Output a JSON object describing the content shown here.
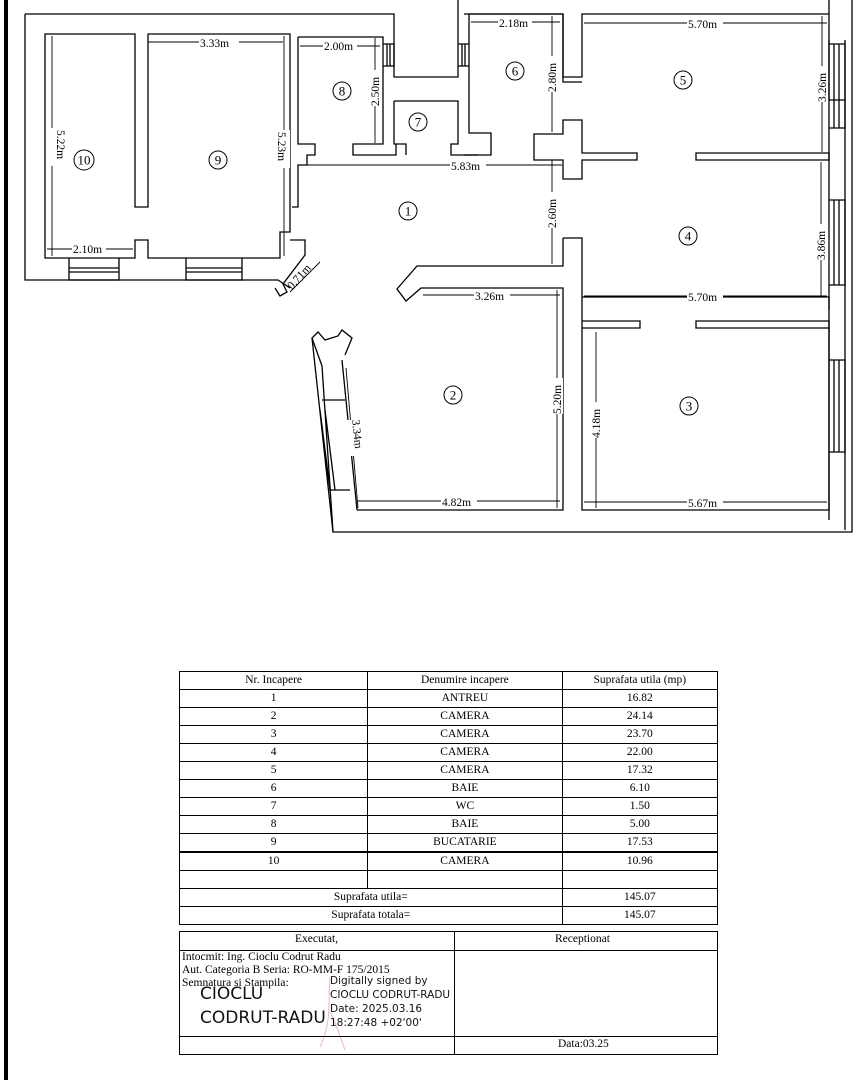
{
  "floor_plan": {
    "rooms": [
      {
        "n": "1"
      },
      {
        "n": "2"
      },
      {
        "n": "3"
      },
      {
        "n": "4"
      },
      {
        "n": "5"
      },
      {
        "n": "6"
      },
      {
        "n": "7"
      },
      {
        "n": "8"
      },
      {
        "n": "9"
      },
      {
        "n": "10"
      }
    ],
    "dimensions": {
      "r9_width": "3.33m",
      "r8_width": "2.00m",
      "r6_width": "2.18m",
      "r5_width": "5.70m",
      "r10_height": "5.22m",
      "r9_height": "5.23m",
      "r8_height": "2.50m",
      "r6_height": "2.80m",
      "r5_height": "3.26m",
      "r1_width": "5.83m",
      "r1_height": "2.60m",
      "r4_height": "3.86m",
      "r10_width": "2.10m",
      "diag": "0.71m",
      "r2_top": "3.26m",
      "r4_width": "5.70m",
      "r2_height": "5.20m",
      "r3_height": "4.18m",
      "r2_side": "3.34m",
      "r2_bottom": "4.82m",
      "r3_bottom": "5.67m"
    }
  },
  "table": {
    "headers": [
      "Nr. Incapere",
      "Denumire incapere",
      "Suprafata utila (mp)"
    ],
    "rows": [
      {
        "nr": "1",
        "name": "ANTREU",
        "area": "16.82"
      },
      {
        "nr": "2",
        "name": "CAMERA",
        "area": "24.14"
      },
      {
        "nr": "3",
        "name": "CAMERA",
        "area": "23.70"
      },
      {
        "nr": "4",
        "name": "CAMERA",
        "area": "22.00"
      },
      {
        "nr": "5",
        "name": "CAMERA",
        "area": "17.32"
      },
      {
        "nr": "6",
        "name": "BAIE",
        "area": "6.10"
      },
      {
        "nr": "7",
        "name": "WC",
        "area": "1.50"
      },
      {
        "nr": "8",
        "name": "BAIE",
        "area": "5.00"
      },
      {
        "nr": "9",
        "name": "BUCATARIE",
        "area": "17.53"
      },
      {
        "nr": "10",
        "name": "CAMERA",
        "area": "10.96"
      }
    ],
    "totals": {
      "utila_label": "Suprafata utila=",
      "utila_value": "145.07",
      "totala_label": "Suprafata totala=",
      "totala_value": "145.07"
    }
  },
  "signature": {
    "executat": "Executat,",
    "receptionat": "Receptionat",
    "line1": "Intocmit: Ing. Cioclu Codrut Radu",
    "line2": "Aut. Categoria B Seria: RO-MM-F 175/2015",
    "line3": "Semnatura si Stampila:",
    "stamp_name_1": "CIOCLU",
    "stamp_name_2": "CODRUT-RADU",
    "digital_1": "Digitally signed by",
    "digital_2": "CIOCLU CODRUT-RADU",
    "digital_3": "Date: 2025.03.16",
    "digital_4": "18:27:48 +02'00'",
    "data": "Data:03.25"
  }
}
